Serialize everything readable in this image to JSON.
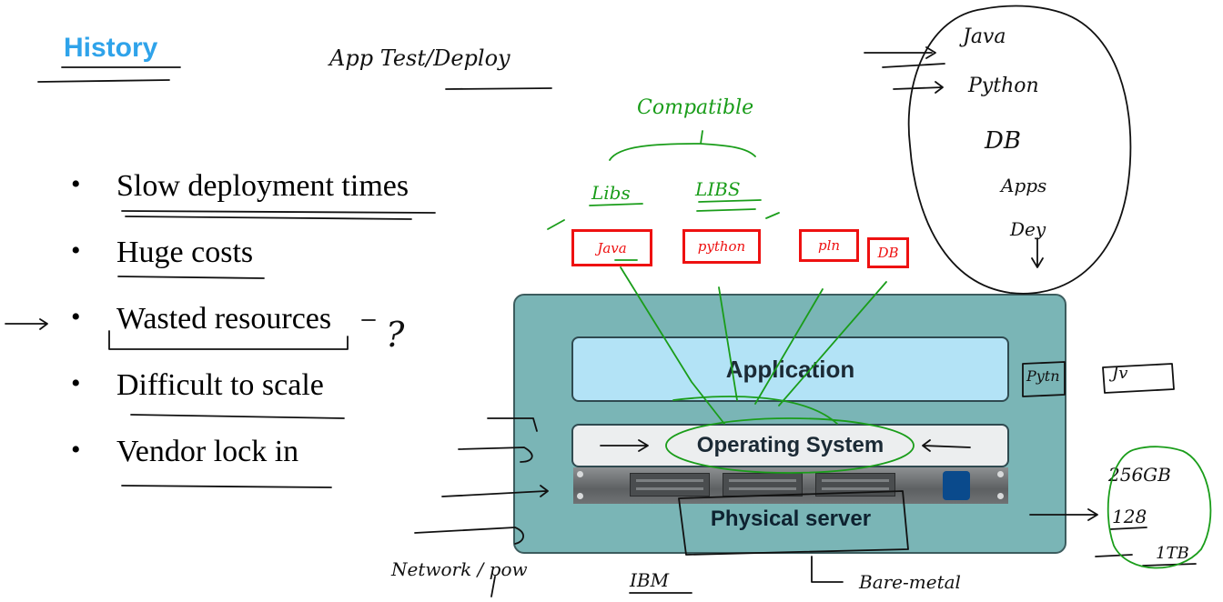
{
  "title": "History",
  "bullets": [
    "Slow deployment times",
    "Huge costs",
    "Wasted resources",
    "Difficult to scale",
    "Vendor  lock in"
  ],
  "bullet_glyph": "•",
  "diagram": {
    "application_label": "Application",
    "os_label": "Operating System",
    "server_label": "Physical server"
  },
  "annotations": {
    "top_note": "App  Test/Deploy",
    "compatible": "Compatible",
    "libs": [
      "Libs",
      "LIBS"
    ],
    "boxes": [
      "Java",
      "python",
      "pln",
      "DB"
    ],
    "circle_items": [
      "Java",
      "Python",
      "DB",
      "Apps",
      "Dey"
    ],
    "question": "?",
    "right_boxes": [
      "Pytn",
      "Jv"
    ],
    "storage_items": [
      "256GB",
      "128",
      "1TB"
    ],
    "network": "Network / pow",
    "ibm": "IBM",
    "bare_metal": "Bare-metal"
  },
  "colors": {
    "title": "#2fa3ea",
    "ink_black": "#111111",
    "ink_green": "#1a9d1a",
    "ink_red": "#e11111",
    "panel": "#7ab5b6",
    "application_layer": "#b3e3f6",
    "os_layer": "#eceeef"
  }
}
